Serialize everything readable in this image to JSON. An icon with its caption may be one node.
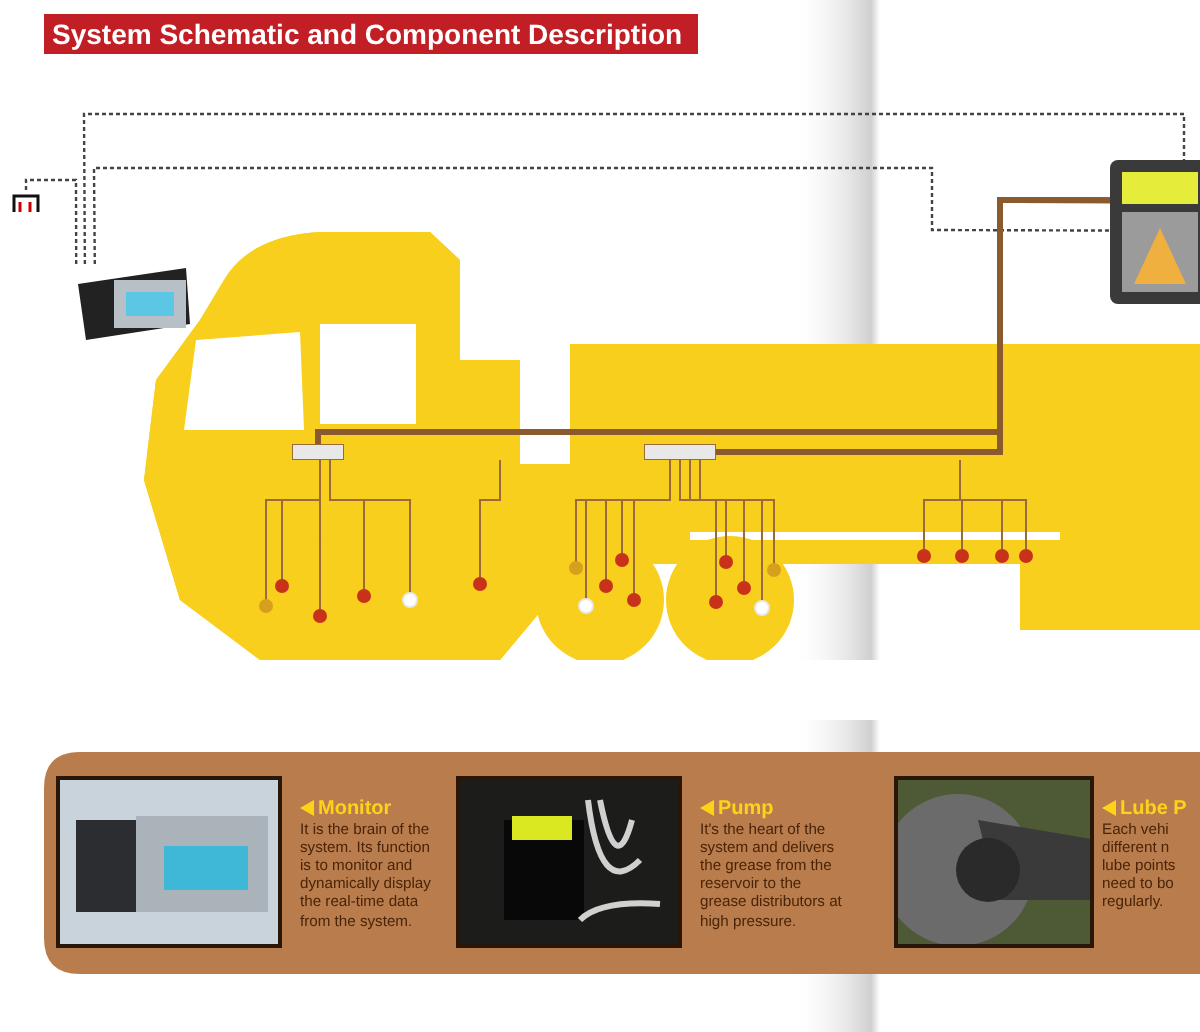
{
  "diagram": {
    "title": "System Schematic and Component Description",
    "nodes": [
      {
        "text": [],
        "shape": "picture"
      },
      {
        "text": [],
        "shape": "picture"
      },
      {
        "text": [],
        "shape": "picture"
      },
      {
        "text": [],
        "shape": "box"
      },
      {
        "text": [],
        "shape": "box"
      },
      {
        "text": [
          "Monitor",
          "It is the brain of the system. Its function is to monitor and dynamically display the real-time data from the system."
        ]
      },
      {
        "text": [
          "Pump",
          "It's the heart of the system and delivers the grease from the reservoir to the grease distributors at high pressure."
        ]
      },
      {
        "text": [
          "Lube P",
          "Each vehi different n lube points need to bo regularly."
        ]
      }
    ],
    "edges": [
      {
        "from": 1,
        "to": 0,
        "arrow": "none",
        "style": "dashed"
      },
      {
        "from": 1,
        "to": 2,
        "arrow": "none",
        "style": "dashed"
      },
      {
        "from": 1,
        "to": 2,
        "arrow": "none",
        "style": "dashed"
      },
      {
        "from": 2,
        "to": 4,
        "arrow": "none",
        "style": "thick",
        "color": "#8a5a2e"
      },
      {
        "from": 2,
        "to": 3,
        "arrow": "none",
        "style": "thick",
        "color": "#8a5a2e"
      }
    ]
  }
}
